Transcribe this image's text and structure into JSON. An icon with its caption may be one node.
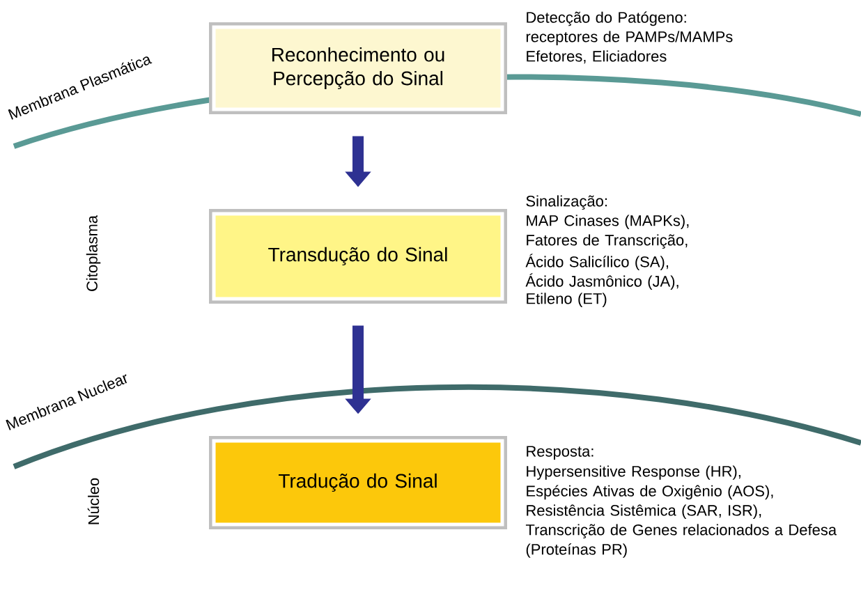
{
  "diagram": {
    "nodes": [
      {
        "text": [
          "Reconhecimento ou Percepção do Sinal"
        ],
        "beside": [
          "Detecção do Patógeno:",
          "receptores de PAMPs/MAMPs",
          "Efetores, Eliciadores"
        ]
      },
      {
        "text": [
          "Transdução do Sinal"
        ],
        "beside": [
          "Sinalização:",
          "MAP Cinases (MAPKs),",
          "Fatores de Transcrição,",
          "Ácido Salicílico (SA),",
          "Ácido Jasmônico (JA),",
          "Etileno (ET)"
        ]
      },
      {
        "text": [
          "Tradução do Sinal"
        ],
        "beside": [
          "Resposta:",
          "Hypersensitive Response (HR),",
          "Espécies Ativas de Oxigênio (AOS),",
          "Resistência Sistêmica (SAR, ISR),",
          "Transcrição de Genes relacionados a Defesa (Proteínas PR)"
        ]
      }
    ],
    "edges": [
      {
        "from": 0,
        "to": 1,
        "arrow": "to"
      },
      {
        "from": 1,
        "to": 2,
        "arrow": "to"
      }
    ],
    "labels": [
      "Membrana Plasmática",
      "Citoplasma",
      "Membrana Nuclear",
      "Núcleo"
    ]
  }
}
